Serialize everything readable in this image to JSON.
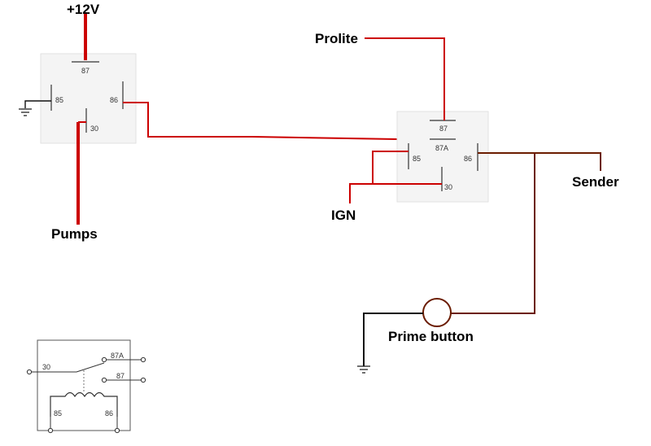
{
  "labels": {
    "supply": "+12V",
    "pumps": "Pumps",
    "prolite": "Prolite",
    "ign": "IGN",
    "sender": "Sender",
    "prime_button": "Prime button"
  },
  "relay1": {
    "pin87": "87",
    "pin85": "85",
    "pin86": "86",
    "pin30": "30"
  },
  "relay2": {
    "pin87": "87",
    "pin87a": "87A",
    "pin85": "85",
    "pin86": "86",
    "pin30": "30"
  },
  "legend_relay": {
    "pin30": "30",
    "pin87a": "87A",
    "pin87": "87",
    "pin85": "85",
    "pin86": "86"
  },
  "colors": {
    "red_wire": "#cc0000",
    "brown_wire": "#6b1c00",
    "black_wire": "#000000"
  }
}
